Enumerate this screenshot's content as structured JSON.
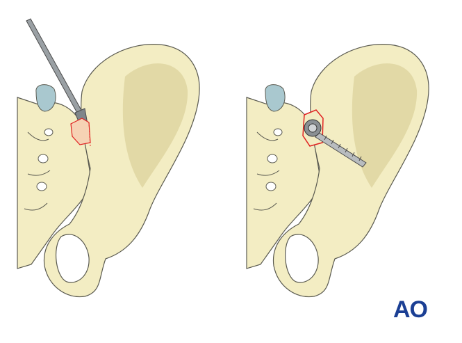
{
  "figure": {
    "panels": [
      {
        "step": "instrument-preparation",
        "instrument": "chisel"
      },
      {
        "step": "screw-inserted",
        "instrument": "screw"
      }
    ],
    "colors": {
      "bone": "#f3edc3",
      "bone_shade": "#e2d9a6",
      "outline": "#5a5a50",
      "cartilage": "#a9c8cf",
      "marking": "#e02020",
      "metal": "#8a9094"
    }
  },
  "logo": {
    "text": "AO",
    "color": "#1b3f94"
  }
}
